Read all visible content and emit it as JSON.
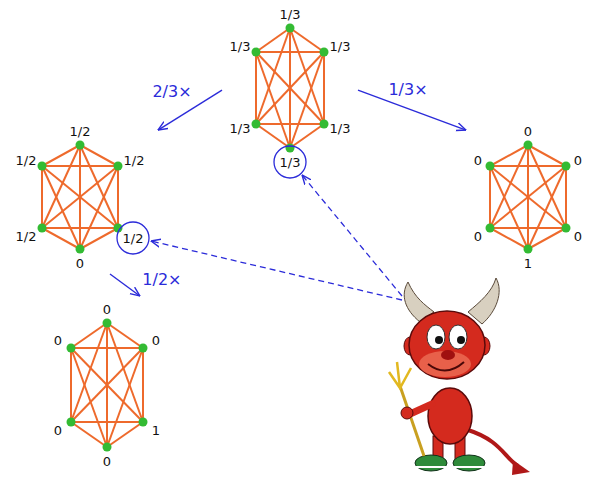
{
  "diagram": {
    "nodes": [
      {
        "text": [
          "1/3",
          "1/3",
          "1/3",
          "1/3",
          "1/3",
          "1/3"
        ]
      },
      {
        "text": [
          "1/2",
          "1/2",
          "1/2",
          "1/2",
          "1/2",
          "0"
        ]
      },
      {
        "text": [
          "0",
          "0",
          "0",
          "0",
          "0",
          "1"
        ]
      },
      {
        "text": [
          "0",
          "0",
          "0",
          "0",
          "1",
          "0"
        ]
      }
    ],
    "edges": [
      {
        "from": 0,
        "to": 1,
        "label": "2/3×",
        "arrow": "to"
      },
      {
        "from": 0,
        "to": 2,
        "label": "1/3×",
        "arrow": "to"
      },
      {
        "from": 1,
        "to": 3,
        "label": "1/2×",
        "arrow": "to"
      }
    ]
  }
}
